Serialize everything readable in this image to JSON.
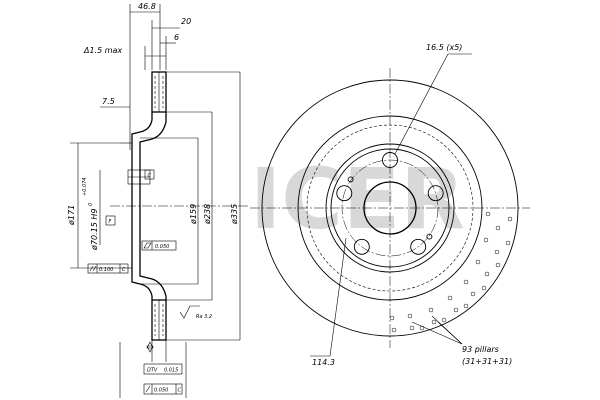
{
  "dimensions": {
    "overall_width": "46.8",
    "hat_width": "20",
    "disc_thickness": "6",
    "runout_max": "Δ1.5 max",
    "offset": "7.5",
    "dia_171": "ø171",
    "dia_70": "ø70.15 H9",
    "tolerance_upper": "+0.074",
    "tolerance_lower": "0",
    "dia_159": "ø159",
    "dia_238": "ø238",
    "dia_335": "ø335",
    "bolt_holes": "16.5 (x5)",
    "pcd": "114.3",
    "pillars_count": "93 pillars",
    "pillars_breakdown": "(31+31+31)",
    "roughness": "Ra 3.2",
    "datum_c": "C",
    "datum_f": "F"
  },
  "tolerances": {
    "flatness": "0.050",
    "parallelism": "0.100",
    "parallelism_datum": "C",
    "dtv_label": "DTV",
    "dtv_value": "0.015",
    "runout_value": "0.050",
    "runout_datum": "C"
  },
  "watermark": "ICER"
}
